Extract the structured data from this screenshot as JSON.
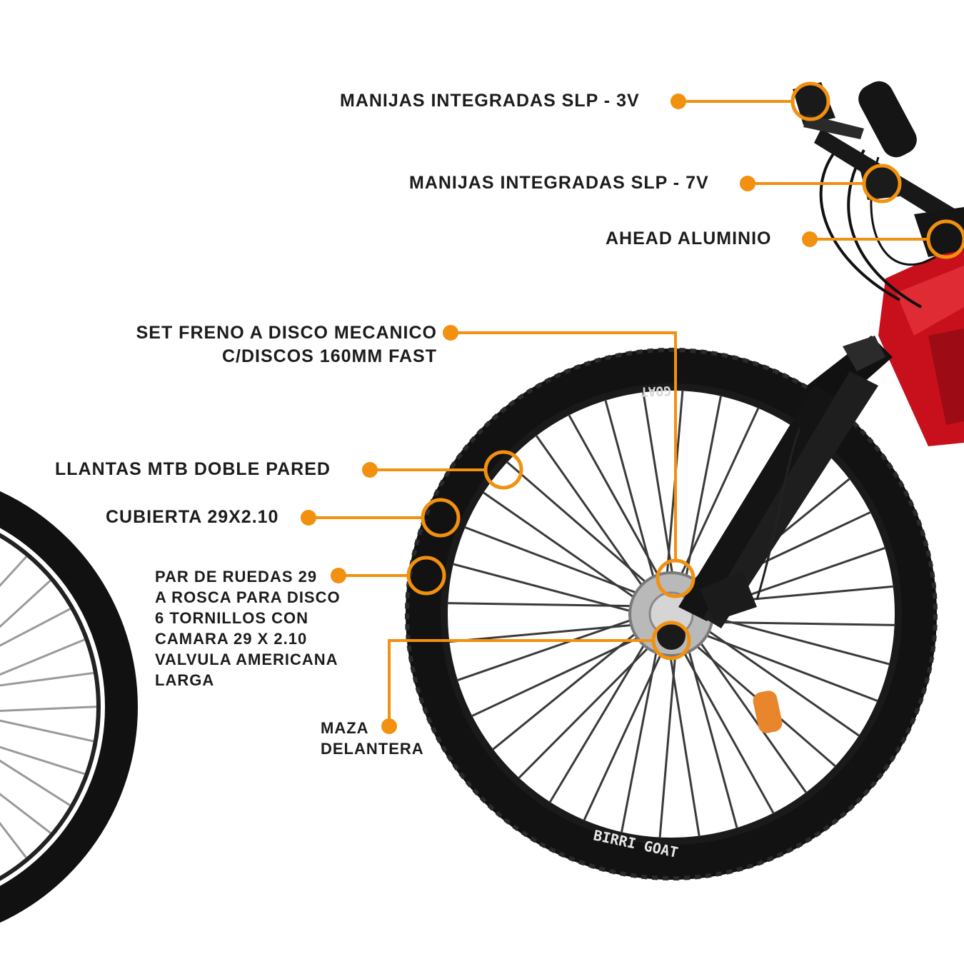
{
  "accent_color": "#f2900f",
  "frame_color": "#c8101c",
  "labels": {
    "shifters_3v": "MANIJAS INTEGRADAS SLP - 3V",
    "shifters_7v": "MANIJAS INTEGRADAS SLP - 7V",
    "ahead": "AHEAD ALUMINIO",
    "brake_line1": "SET FRENO A DISCO MECANICO",
    "brake_line2": "C/DISCOS 160MM FAST",
    "rims": "LLANTAS MTB DOBLE PARED",
    "tire": "CUBIERTA 29X2.10",
    "wheels_line1": "PAR DE RUEDAS 29",
    "wheels_line2": "A ROSCA PARA DISCO",
    "wheels_line3": "6 TORNILLOS CON",
    "wheels_line4": "CAMARA 29 X 2.10",
    "wheels_line5": "VALVULA AMERICANA",
    "wheels_line6": "LARGA",
    "hub_line1": "MAZA",
    "hub_line2": "DELANTERA"
  },
  "tire_text": {
    "sidewall_bottom": "BIRRI GOAT",
    "sidewall_top": "GOAT"
  }
}
